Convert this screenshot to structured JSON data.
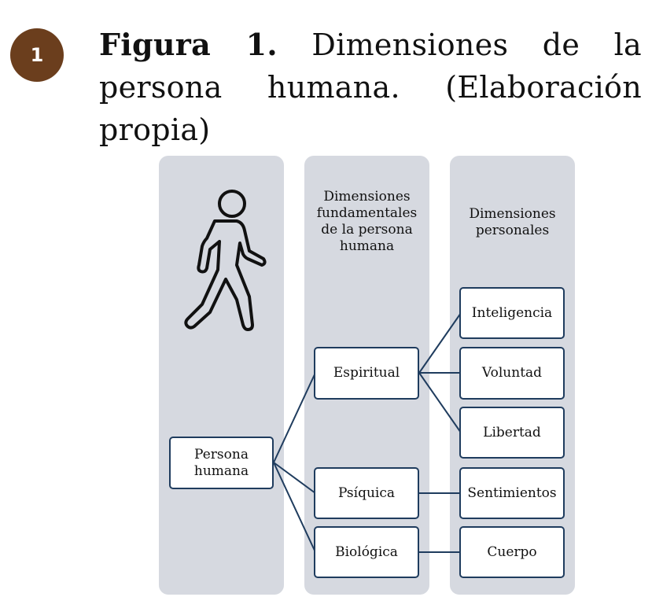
{
  "badge": "1",
  "caption": {
    "label": "Figura 1.",
    "text": "Dimensiones de la persona humana. (Elaboración propia)"
  },
  "columns": {
    "col2_title": "Dimensiones fundamentales de la persona humana",
    "col3_title": "Dimensiones personales"
  },
  "icons": {
    "figure": "walking-person-icon"
  },
  "nodes": {
    "root": "Persona humana",
    "espiritual": "Espiritual",
    "psiquica": "Psíquica",
    "biologica": "Biológica",
    "inteligencia": "Inteligencia",
    "voluntad": "Voluntad",
    "libertad": "Libertad",
    "sentimientos": "Sentimientos",
    "cuerpo": "Cuerpo"
  },
  "colors": {
    "badge": "#6b3e1d",
    "column_bg": "#d6d9e0",
    "node_border": "#1f3c5e"
  }
}
